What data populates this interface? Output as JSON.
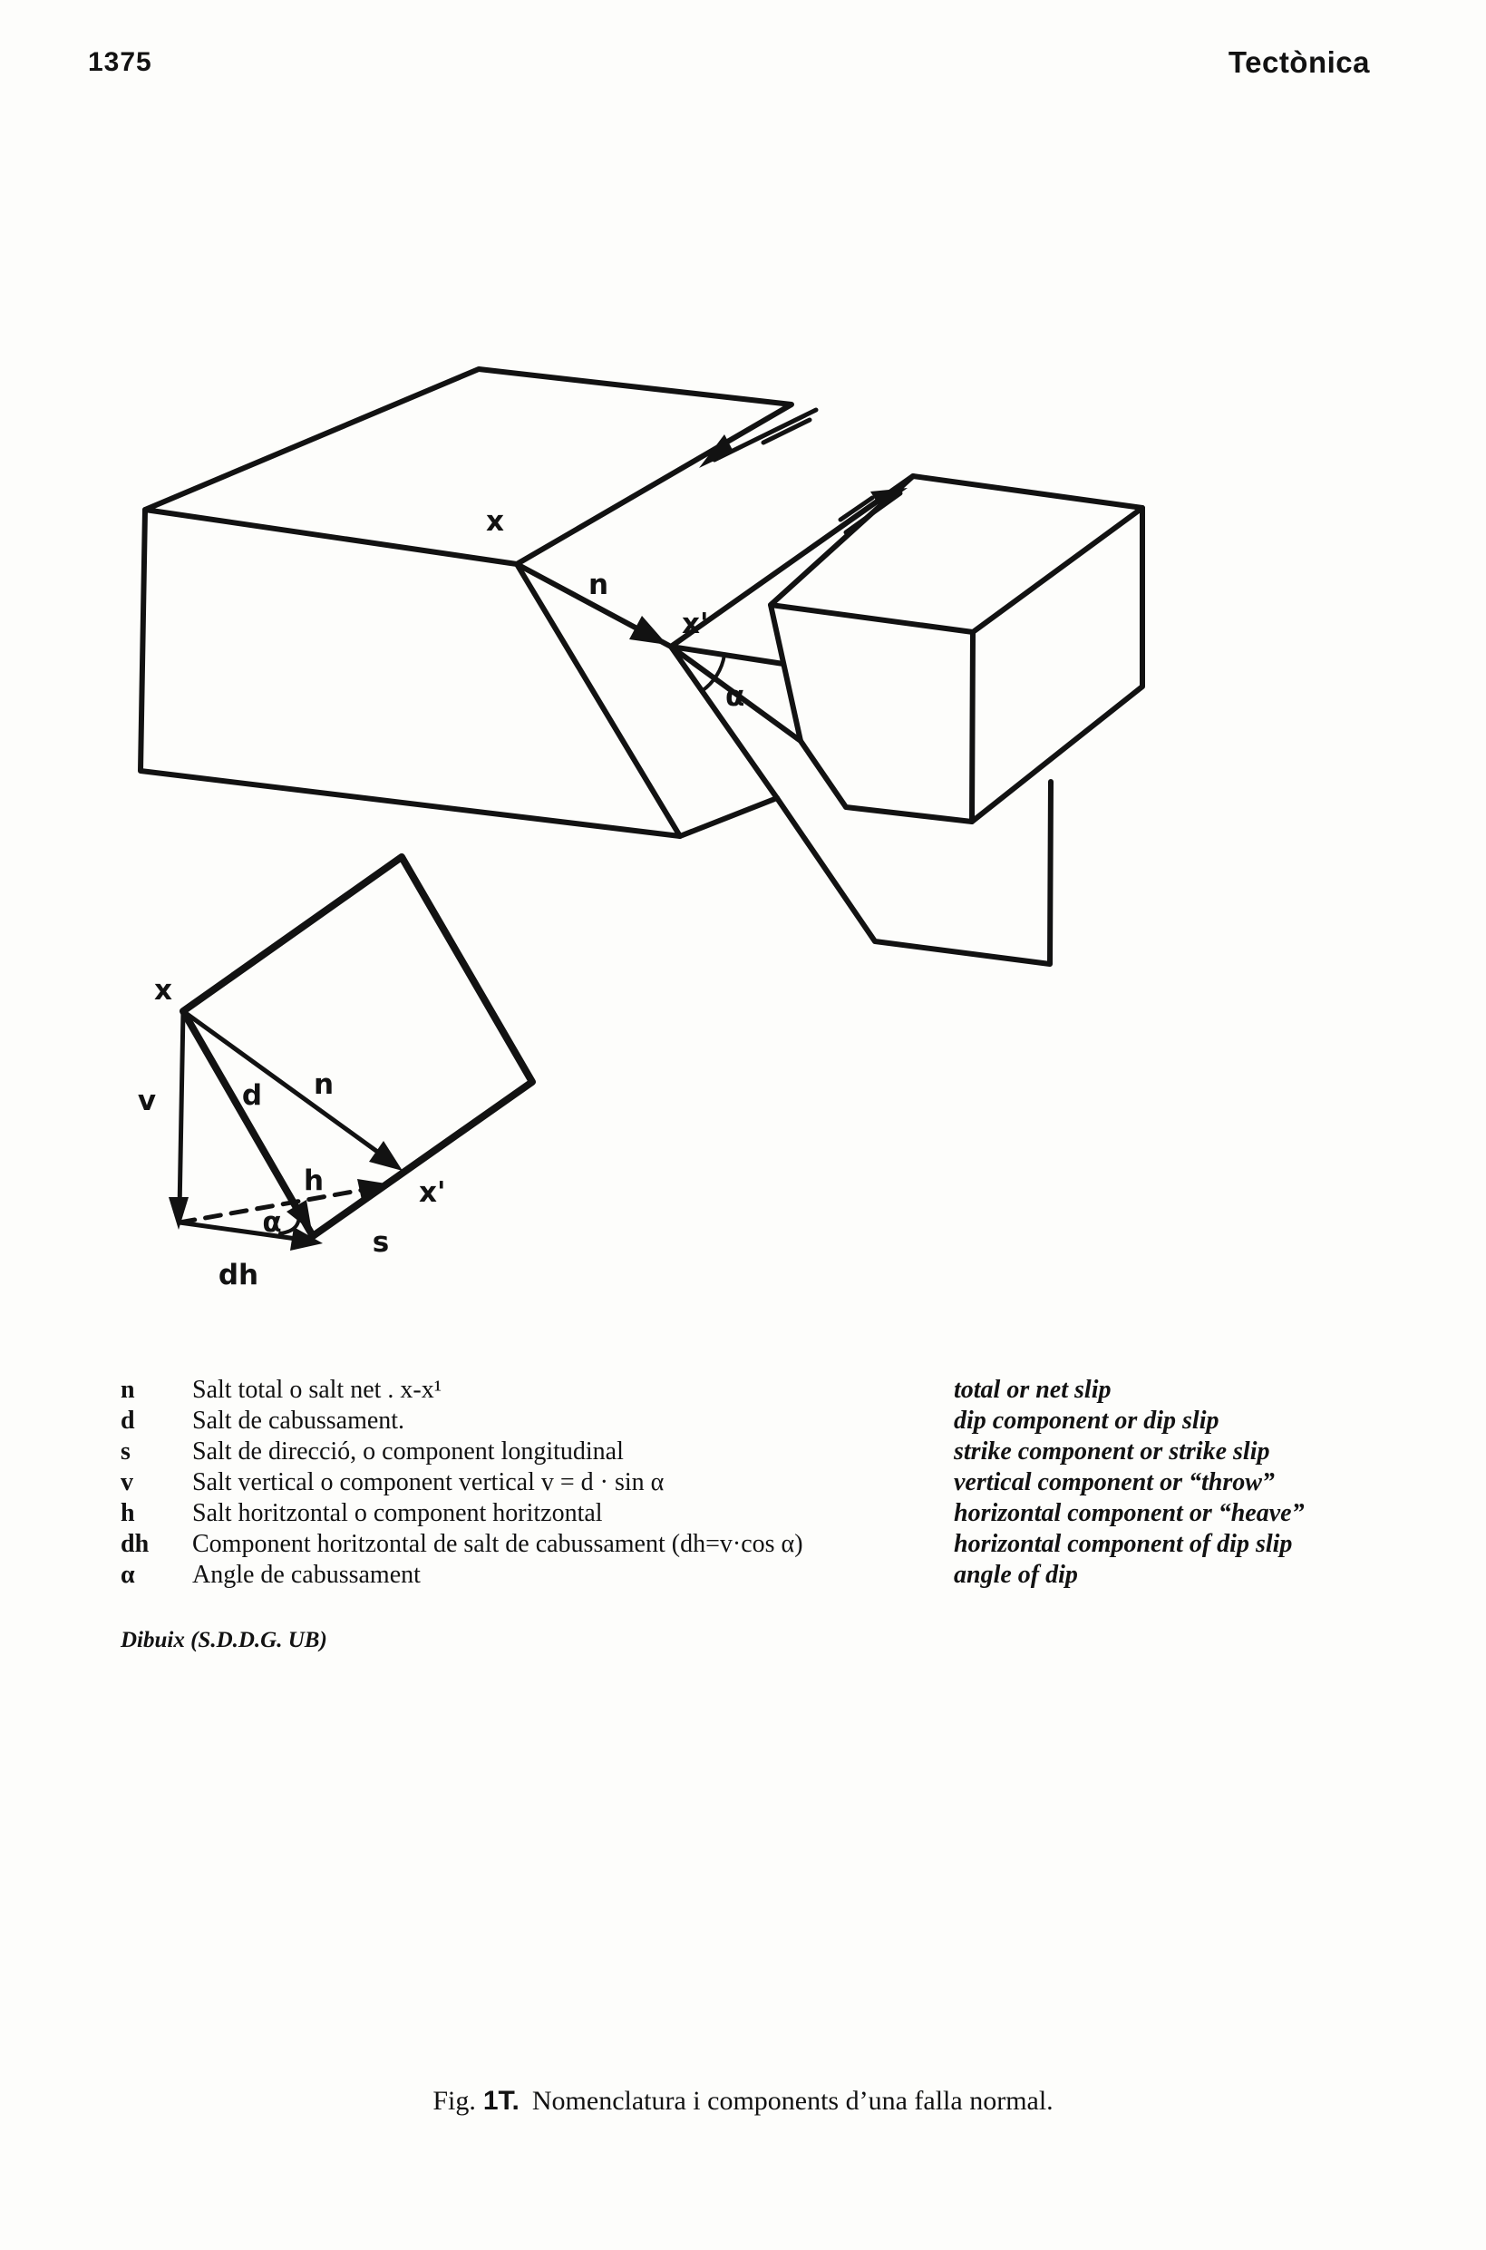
{
  "page": {
    "number": "1375",
    "section": "Tectònica"
  },
  "diagram3d": {
    "labels": {
      "x": "x",
      "n": "n",
      "x_prime": "x'",
      "alpha": "α"
    }
  },
  "diagram2d": {
    "labels": {
      "x": "x",
      "v": "v",
      "d": "d",
      "n": "n",
      "h": "h",
      "alpha": "α",
      "dh": "dh",
      "s": "s",
      "x_prime": "x'"
    }
  },
  "legend": {
    "rows": [
      {
        "symbol": "n",
        "catalan": "Salt total o salt net . x-x¹",
        "english": "total or net slip"
      },
      {
        "symbol": "d",
        "catalan": "Salt de cabussament.",
        "english": "dip component or dip slip"
      },
      {
        "symbol": "s",
        "catalan": "Salt de direcció, o component longitudinal",
        "english": "strike component or strike slip"
      },
      {
        "symbol": "v",
        "catalan": "Salt vertical o component vertical v = d · sin α",
        "english": "vertical component or “throw”"
      },
      {
        "symbol": "h",
        "catalan": "Salt horitzontal o component horitzontal",
        "english": "horizontal component or “heave”"
      },
      {
        "symbol": "dh",
        "catalan": "Component horitzontal de salt de cabussament (dh=v·cos α)",
        "english": "horizontal component of dip slip"
      },
      {
        "symbol": "α",
        "catalan": "Angle de cabussament",
        "english": "angle of dip"
      }
    ]
  },
  "credit": "Dibuix (S.D.D.G. UB)",
  "caption": {
    "fig": "Fig.",
    "number": "1T.",
    "text": "Nomenclatura i components d’una falla normal."
  }
}
